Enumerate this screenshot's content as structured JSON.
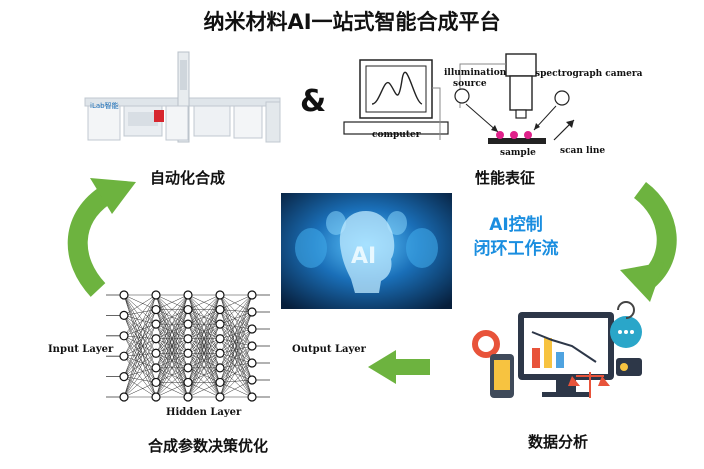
{
  "title": "纳米材料AI一站式智能合成平台",
  "ampersand": "&",
  "synthesis": {
    "caption": "自动化合成",
    "brand": "iLab智能"
  },
  "characterization": {
    "caption": "性能表征",
    "computer_label": "computer",
    "illumination_label_line1": "illumination",
    "illumination_label_line2": "source",
    "camera_label": "spectrograph camera",
    "sample_label": "sample",
    "scan_label": "scan line"
  },
  "center": {
    "ai_glyph": "AI",
    "line1": "AI控制",
    "line2": "闭环工作流"
  },
  "analysis": {
    "caption": "数据分析"
  },
  "optimization": {
    "caption": "合成参数决策优化",
    "input_label": "Input Layer",
    "output_label": "Output Layer",
    "hidden_label": "Hidden Layer"
  },
  "colors": {
    "arrow": "#6db33f",
    "ai_text": "#1a8ee0",
    "brain_bg": "#0a3a6a"
  }
}
